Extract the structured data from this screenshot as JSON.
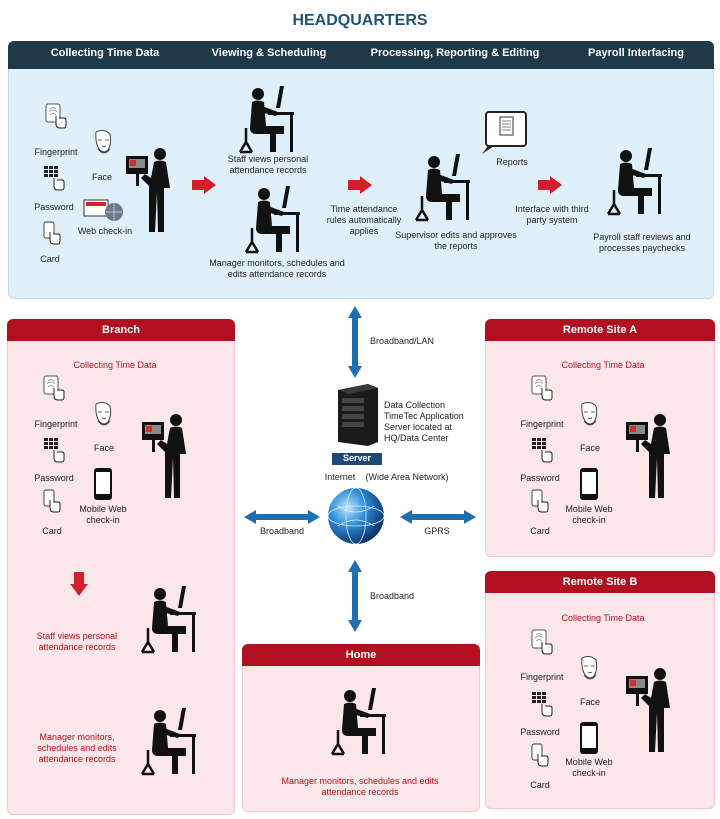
{
  "title": "HEADQUARTERS",
  "hq": {
    "tabs": [
      "Collecting Time Data",
      "Viewing & Scheduling",
      "Processing, Reporting & Editing",
      "Payroll Interfacing"
    ],
    "inputs": {
      "fingerprint": "Fingerprint",
      "face": "Face",
      "password": "Password",
      "web_checkin": "Web check-in",
      "card": "Card"
    },
    "staff_views": "Staff views personal attendance records",
    "manager": "Manager monitors, schedules and edits attendance records",
    "time_rules": "Time attendance rules automatically applies",
    "reports": "Reports",
    "supervisor": "Supervisor edits and approves the reports",
    "interface": "Interface with third party system",
    "payroll": "Payroll staff reviews and processes paychecks"
  },
  "center": {
    "broadband_lan": "Broadband/LAN",
    "server_notes": [
      "Data Collection",
      "TimeTec Application",
      "Server located at HQ/Data Center"
    ],
    "server": "Server",
    "internet": "Internet",
    "wan": "(Wide Area Network)",
    "broadband_left": "Broadband",
    "gprs": "GPRS",
    "broadband_bottom": "Broadband"
  },
  "branch": {
    "title": "Branch",
    "collecting": "Collecting Time Data",
    "inputs": {
      "fingerprint": "Fingerprint",
      "face": "Face",
      "password": "Password",
      "mobile": "Mobile Web check-in",
      "card": "Card"
    },
    "staff_views": "Staff views personal attendance records",
    "manager": "Manager monitors, schedules and edits attendance records"
  },
  "remote_a": {
    "title": "Remote Site A",
    "collecting": "Collecting Time Data",
    "inputs": {
      "fingerprint": "Fingerprint",
      "face": "Face",
      "password": "Password",
      "mobile": "Mobile Web check-in",
      "card": "Card"
    }
  },
  "remote_b": {
    "title": "Remote Site B",
    "collecting": "Collecting Time Data",
    "inputs": {
      "fingerprint": "Fingerprint",
      "face": "Face",
      "password": "Password",
      "mobile": "Mobile Web check-in",
      "card": "Card"
    }
  },
  "home": {
    "title": "Home",
    "manager": "Manager monitors, schedules and edits attendance records"
  },
  "colors": {
    "navy": "#1e3a48",
    "red": "#b01020",
    "blue_arrow": "#1d6fb0",
    "hq_bg": "#dff0fa",
    "pink_bg": "#fbe6ea"
  }
}
